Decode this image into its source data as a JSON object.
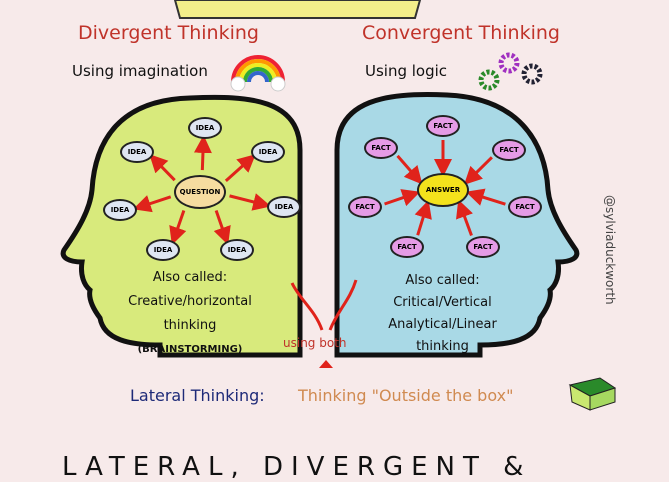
{
  "divergent": {
    "title": "Divergent Thinking",
    "subtitle": "Using imagination",
    "center": "QUESTION",
    "node_label": "IDEA",
    "also": "Also called:",
    "desc1": "Creative/horizontal",
    "desc2": "thinking",
    "desc3": "(BRAINSTORMING)"
  },
  "convergent": {
    "title": "Convergent Thinking",
    "subtitle": "Using logic",
    "center": "ANSWER",
    "node_label": "FACT",
    "also": "Also called:",
    "desc1": "Critical/Vertical",
    "desc2": "Analytical/Linear",
    "desc3": "thinking"
  },
  "using_both": "using both",
  "lateral": {
    "label": "Lateral Thinking:",
    "desc": "Thinking \"Outside the box\""
  },
  "credit": "@sylviaduckworth",
  "bottom_heading": "LATERAL, DIVERGENT &",
  "colors": {
    "left_head": "#d8ea7c",
    "right_head": "#a9d9e6",
    "idea_fill": "#dfe6f2",
    "fact_fill": "#e59be6",
    "question_fill": "#f6dca0",
    "answer_fill": "#f4e21c",
    "arrow": "#e0231b"
  }
}
